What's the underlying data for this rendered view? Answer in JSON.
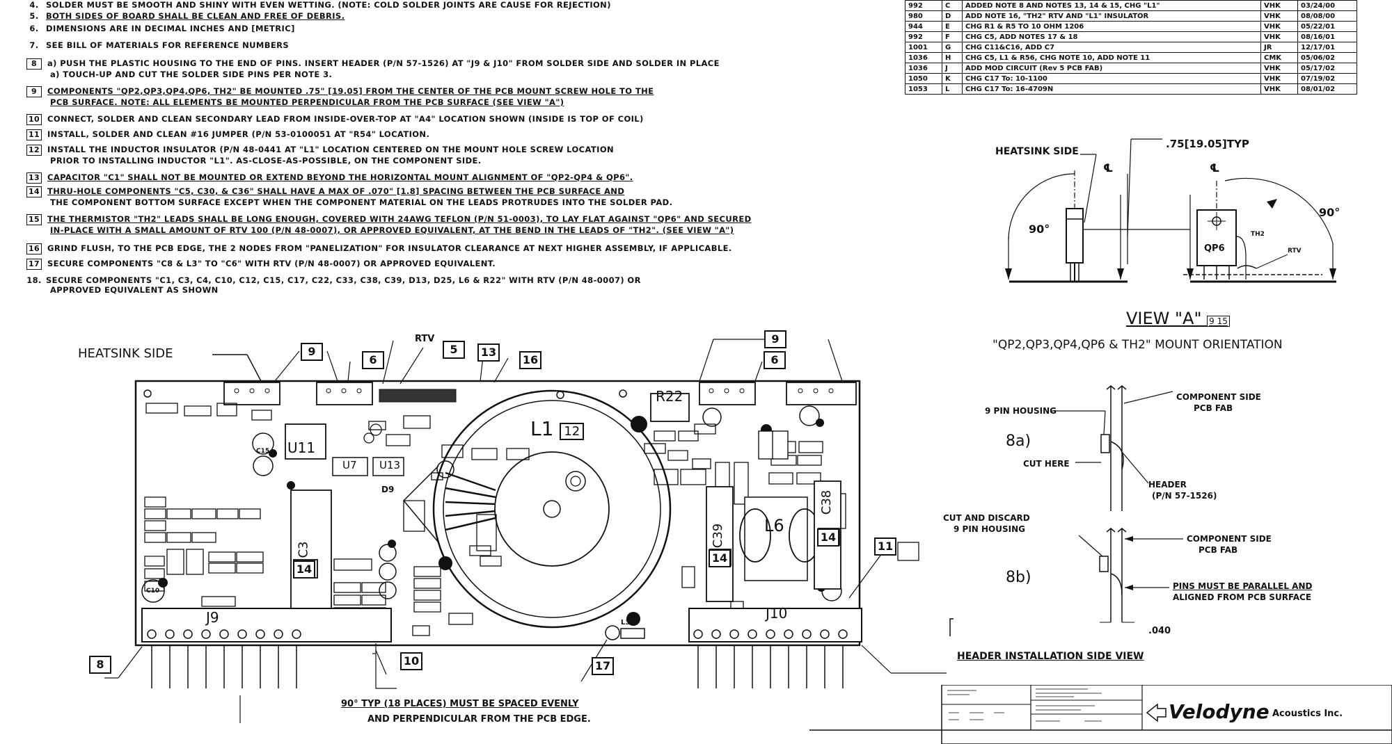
{
  "notes": [
    {
      "num": "4.",
      "text": "SOLDER MUST BE SMOOTH AND SHINY WITH EVEN WETTING. (NOTE: COLD SOLDER JOINTS ARE CAUSE FOR REJECTION)"
    },
    {
      "num": "5.",
      "text": "BOTH SIDES OF BOARD SHALL BE CLEAN AND FREE OF DEBRIS."
    },
    {
      "num": "6.",
      "text": "DIMENSIONS ARE IN DECIMAL INCHES AND [METRIC]"
    },
    {
      "num": "7.",
      "text": "SEE BILL OF MATERIALS FOR REFERENCE NUMBERS"
    },
    {
      "num": "8",
      "text": "a) PUSH THE PLASTIC HOUSING TO THE END OF PINS. INSERT HEADER (P/N 57-1526) AT \"J9 & J10\" FROM SOLDER SIDE AND SOLDER IN PLACE",
      "line2": "a) TOUCH-UP AND CUT THE SOLDER SIDE PINS PER NOTE 3."
    },
    {
      "num": "9",
      "text": "COMPONENTS \"QP2,QP3,QP4,QP6, TH2\" BE MOUNTED .75\" [19.05] FROM THE CENTER OF THE PCB MOUNT SCREW HOLE TO THE",
      "line2": "PCB SURFACE. NOTE: ALL ELEMENTS BE MOUNTED PERPENDICULAR FROM THE PCB SURFACE (SEE VIEW \"A\")"
    },
    {
      "num": "10",
      "text": "CONNECT, SOLDER AND CLEAN SECONDARY LEAD FROM INSIDE-OVER-TOP AT \"A4\" LOCATION SHOWN (INSIDE IS TOP OF COIL)"
    },
    {
      "num": "11",
      "text": "INSTALL, SOLDER AND CLEAN #16 JUMPER (P/N 53-0100051 AT \"R54\" LOCATION."
    },
    {
      "num": "12",
      "text": "INSTALL THE INDUCTOR INSULATOR (P/N 48-0441 AT \"L1\" LOCATION CENTERED ON THE MOUNT HOLE SCREW LOCATION",
      "line2": "PRIOR TO INSTALLING INDUCTOR \"L1\". AS-CLOSE-AS-POSSIBLE, ON THE COMPONENT SIDE."
    },
    {
      "num": "13",
      "text": "CAPACITOR \"C1\" SHALL NOT BE MOUNTED OR EXTEND BEYOND THE HORIZONTAL MOUNT ALIGNMENT OF \"QP2-QP4 & QP6\"."
    },
    {
      "num": "14",
      "text": "THRU-HOLE COMPONENTS \"C5, C30, & C36\" SHALL HAVE A MAX OF .070\" [1.8] SPACING BETWEEN THE PCB SURFACE AND",
      "line2": "THE COMPONENT BOTTOM SURFACE EXCEPT WHEN THE COMPONENT MATERIAL ON THE LEADS PROTRUDES INTO THE SOLDER PAD."
    },
    {
      "num": "15",
      "text": "THE THERMISTOR \"TH2\" LEADS SHALL BE LONG ENOUGH, COVERED WITH 24AWG TEFLON (P/N 51-0003), TO LAY FLAT AGAINST \"QP6\" AND SECURED",
      "line2": "IN-PLACE WITH A SMALL AMOUNT OF RTV 100 (P/N 48-0007), OR APPROVED EQUIVALENT, AT THE BEND IN THE LEADS OF \"TH2\". (SEE VIEW \"A\")"
    },
    {
      "num": "16",
      "text": "GRIND FLUSH, TO THE PCB EDGE, THE 2 NODES FROM \"PANELIZATION\" FOR INSULATOR CLEARANCE AT NEXT HIGHER ASSEMBLY, IF APPLICABLE."
    },
    {
      "num": "17",
      "text": "SECURE COMPONENTS \"C8 & L3\" TO \"C6\" WITH RTV (P/N 48-0007) OR APPROVED EQUIVALENT."
    },
    {
      "num": "18.",
      "text": "SECURE COMPONENTS \"C1, C3, C4, C10, C12, C15, C17, C22, C33, C38, C39, D13, D25, L6 & R22\" WITH RTV (P/N 48-0007) OR",
      "line2": "APPROVED EQUIVALENT AS SHOWN"
    }
  ],
  "revisions": [
    [
      "992",
      "C",
      "ADDED NOTE 8 AND NOTES 13, 14 & 15, CHG \"L1\"",
      "VHK",
      "03/24/00"
    ],
    [
      "980",
      "D",
      "ADD NOTE 16, \"TH2\" RTV AND \"L1\" INSULATOR",
      "VHK",
      "08/08/00"
    ],
    [
      "944",
      "E",
      "CHG R1 & R5 TO 10 OHM 1206",
      "VHK",
      "05/22/01"
    ],
    [
      "992",
      "F",
      "CHG C5, ADD NOTES 17 & 18",
      "VHK",
      "08/16/01"
    ],
    [
      "1001",
      "G",
      "CHG C11&C16, ADD C7",
      "JR",
      "12/17/01"
    ],
    [
      "1036",
      "H",
      "CHG C5, L1 & R56, CHG NOTE 10, ADD NOTE 11",
      "CMK",
      "05/06/02"
    ],
    [
      "1036",
      "J",
      "ADD MOD CIRCUIT (Rev 5 PCB FAB)",
      "VHK",
      "05/17/02"
    ],
    [
      "1050",
      "K",
      "CHG C17 To: 10-1100",
      "VHK",
      "07/19/02"
    ],
    [
      "1053",
      "L",
      "CHG C17 To: 16-4709N",
      "VHK",
      "08/01/02"
    ]
  ],
  "view_a": {
    "heatsink_side": "HEATSINK SIDE",
    "dim": ".75[19.05]TYP",
    "angle_left": "90°",
    "angle_right": "90°",
    "cl1": "℄",
    "cl2": "℄",
    "qp6": "QP6",
    "th2": "TH2",
    "rtv": "RTV",
    "title": "VIEW \"A\"",
    "title_ref": "9 15",
    "subtitle": "\"QP2,QP3,QP4,QP6 & TH2\" MOUNT ORIENTATION"
  },
  "header_view": {
    "pin_housing": "9 PIN HOUSING",
    "comp_side_a": "COMPONENT SIDE",
    "pcb_fab_a": "PCB FAB",
    "label_a": "8a)",
    "cut_here": "CUT HERE",
    "header": "HEADER",
    "header_pn": "(P/N 57-1526)",
    "cut_discard": "CUT AND DISCARD",
    "cut_discard2": "9 PIN HOUSING",
    "comp_side_b": "COMPONENT SIDE",
    "pcb_fab_b": "PCB FAB",
    "label_b": "8b)",
    "parallel1": "PINS MUST BE PARALLEL AND",
    "parallel2": "ALIGNED FROM PCB SURFACE",
    "dim": ".040",
    "title": "HEADER INSTALLATION SIDE VIEW"
  },
  "board": {
    "heatsink_side": "HEATSINK SIDE",
    "rtv": "RTV",
    "l1": "L1",
    "l1_ref": "12",
    "l6": "L6",
    "r22": "R22",
    "u11": "U11",
    "u7": "U7",
    "u13": "U13",
    "c3": "C3",
    "c39": "C39",
    "c38": "C38",
    "j9": "J9",
    "j10": "J10",
    "d9": "D9",
    "c15": "C15",
    "c10": "C10",
    "l3": "L3",
    "box14a": "14",
    "box14b": "14",
    "box14c": "14",
    "callouts": {
      "c9a": "9",
      "c6a": "6",
      "c5": "5",
      "c13": "13",
      "c16": "16",
      "c9b": "9",
      "c6b": "6",
      "c11": "11",
      "c8": "8",
      "c10": "10",
      "c17": "17"
    },
    "note_line1": "90° TYP (18 PLACES) MUST BE SPACED EVENLY",
    "note_line2": "AND PERPENDICULAR FROM THE PCB EDGE."
  },
  "title_block": {
    "company": "Velodyne",
    "company_suffix": "Acoustics Inc."
  }
}
